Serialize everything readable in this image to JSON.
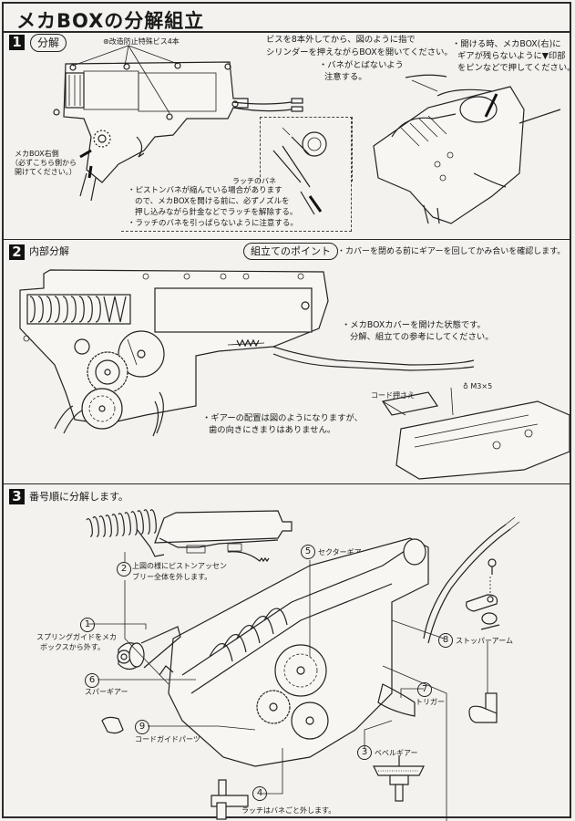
{
  "page": {
    "title": "メカBOXの分解組立"
  },
  "section1": {
    "number": "1",
    "label": "分解",
    "screw_note": "改造防止特殊ビス4本",
    "instruction_line1": "ビスを8本外してから、図のように指で",
    "instruction_line2": "シリンダーを押えながらBOXを開いてください。",
    "spring_note_line1": "・バネがとばないよう",
    "spring_note_line2": "注意する。",
    "open_note_line1": "・開ける時、メカBOX(右)に",
    "open_note_line2": "ギアが残らないように▼印部",
    "open_note_line3": "をピンなどで押してください。",
    "right_side_line1": "メカBOX右側",
    "right_side_line2": "（必ずこちら側から",
    "right_side_line3": "開けてください。）",
    "latch_spring_label": "ラッチのバネ",
    "warning_line1": "・ピストンバネが縮んでいる場合がありますので、メカBOXを開ける前に、必ずノズルを",
    "warning_line1a": "・ピストンバネが縮んでいる場合があります",
    "warning_line1b": "ので、メカBOXを開ける前に、必ずノズルを",
    "warning_line1c": "押し込みながら針金などでラッチを解除する。",
    "warning_line2": "・ラッチのバネを引っぱらないように注意する。"
  },
  "section2": {
    "number": "2",
    "label": "内部分解",
    "assembly_point_label": "組立てのポイント",
    "assembly_point_text": "・カバーを閉める前にギアーを回してかみ合いを確認します。",
    "cover_note_line1": "・メカBOXカバーを開けた状態です。",
    "cover_note_line2": "分解、組立ての参考にしてください。",
    "cord_holder_label": "コード押さえ",
    "screw_size": "M3×5",
    "gear_note_line1": "・ギアーの配置は図のようになりますが、",
    "gear_note_line2": "歯の向きにきまりはありません。"
  },
  "section3": {
    "number": "3",
    "label": "番号順に分解します。",
    "parts": [
      {
        "num": "1",
        "name": "",
        "desc_line1": "スプリングガイドをメカ",
        "desc_line2": "ボックスから外す。"
      },
      {
        "num": "2",
        "name": "",
        "desc_line1": "上図の様にピストンアッセン",
        "desc_line2": "ブリー全体を外します。"
      },
      {
        "num": "3",
        "name": "ベベルギアー",
        "desc_line1": "",
        "desc_line2": ""
      },
      {
        "num": "4",
        "name": "",
        "desc_line1": "ラッチはバネごと外します。",
        "desc_line2": ""
      },
      {
        "num": "5",
        "name": "セクターギアー",
        "desc_line1": "",
        "desc_line2": ""
      },
      {
        "num": "6",
        "name": "スパーギアー",
        "desc_line1": "",
        "desc_line2": ""
      },
      {
        "num": "7",
        "name": "トリガー",
        "desc_line1": "",
        "desc_line2": ""
      },
      {
        "num": "8",
        "name": "ストッパーアーム",
        "desc_line1": "",
        "desc_line2": ""
      },
      {
        "num": "9",
        "name": "コードガイドパーツ",
        "desc_line1": "",
        "desc_line2": ""
      }
    ]
  }
}
